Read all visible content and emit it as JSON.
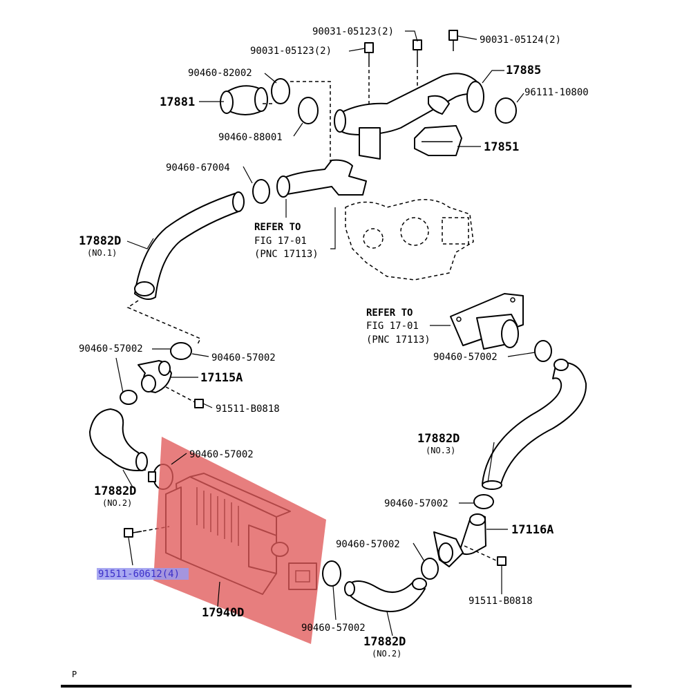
{
  "parts": {
    "p90031_05123_a": "90031-05123(2)",
    "p90031_05123_b": "90031-05123(2)",
    "p90031_05124": "90031-05124(2)",
    "p90460_82002": "90460-82002",
    "p17885": "17885",
    "p96111_10800": "96111-10800",
    "p17881": "17881",
    "p90460_88001": "90460-88001",
    "p17851": "17851",
    "p90460_67004": "90460-67004",
    "p17882D_1": "17882D",
    "p17882D_1_sub": "(NO.1)",
    "p90460_57002_a": "90460-57002",
    "p90460_57002_b": "90460-57002",
    "p17115A": "17115A",
    "p91511_B0818_a": "91511-B0818",
    "p90460_57002_c": "90460-57002",
    "p17882D_2": "17882D",
    "p17882D_2_sub": "(NO.2)",
    "p90460_57002_d": "90460-57002",
    "p17882D_3": "17882D",
    "p17882D_3_sub": "(NO.3)",
    "p90460_57002_e": "90460-57002",
    "p17116A": "17116A",
    "p90460_57002_f": "90460-57002",
    "p91511_B0818_b": "91511-B0818",
    "p91511_60612": "91511-60612(4)",
    "p17940D": "17940D",
    "p90460_57002_g": "90460-57002",
    "p17882D_4": "17882D",
    "p17882D_4_sub": "(NO.2)"
  },
  "refer_a": {
    "line1": "REFER TO",
    "line2": "FIG 17-01",
    "line3": "(PNC 17113)"
  },
  "refer_b": {
    "line1": "REFER TO",
    "line2": "FIG 17-01",
    "line3": "(PNC 17113)"
  },
  "footer_letter": "P",
  "colors": {
    "highlight_region": "#e05a5a",
    "highlight_label": "#9999ee",
    "line": "#000000"
  }
}
